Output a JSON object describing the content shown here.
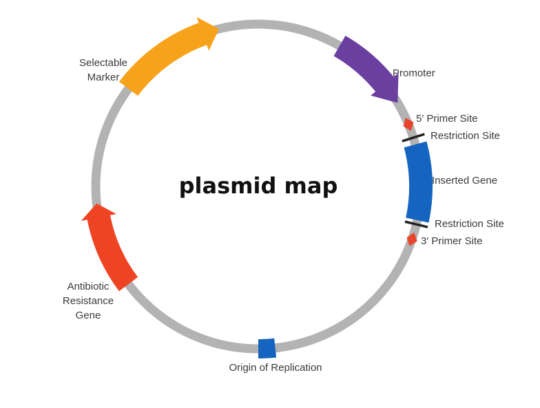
{
  "title": "plasmid map",
  "colors": {
    "backbone": "#b3b3b3",
    "promoter": "#6b3fa0",
    "primer": "#e8452c",
    "restriction": "#222222",
    "inserted_gene": "#1565c0",
    "origin": "#1565c0",
    "antibiotic": "#ee4423",
    "selectable_marker": "#f7a21b"
  },
  "labels": {
    "promoter": "Promoter",
    "primer5": "5′ Primer Site",
    "restriction1": "Restriction Site",
    "inserted_gene": "Inserted Gene",
    "restriction2": "Restriction Site",
    "primer3": "3′ Primer Site",
    "origin": "Origin of Replication",
    "antibiotic_line1": "Antibiotic",
    "antibiotic_line2": "Resistance",
    "antibiotic_line3": "Gene",
    "selectable_line1": "Selectable",
    "selectable_line2": "Marker"
  }
}
